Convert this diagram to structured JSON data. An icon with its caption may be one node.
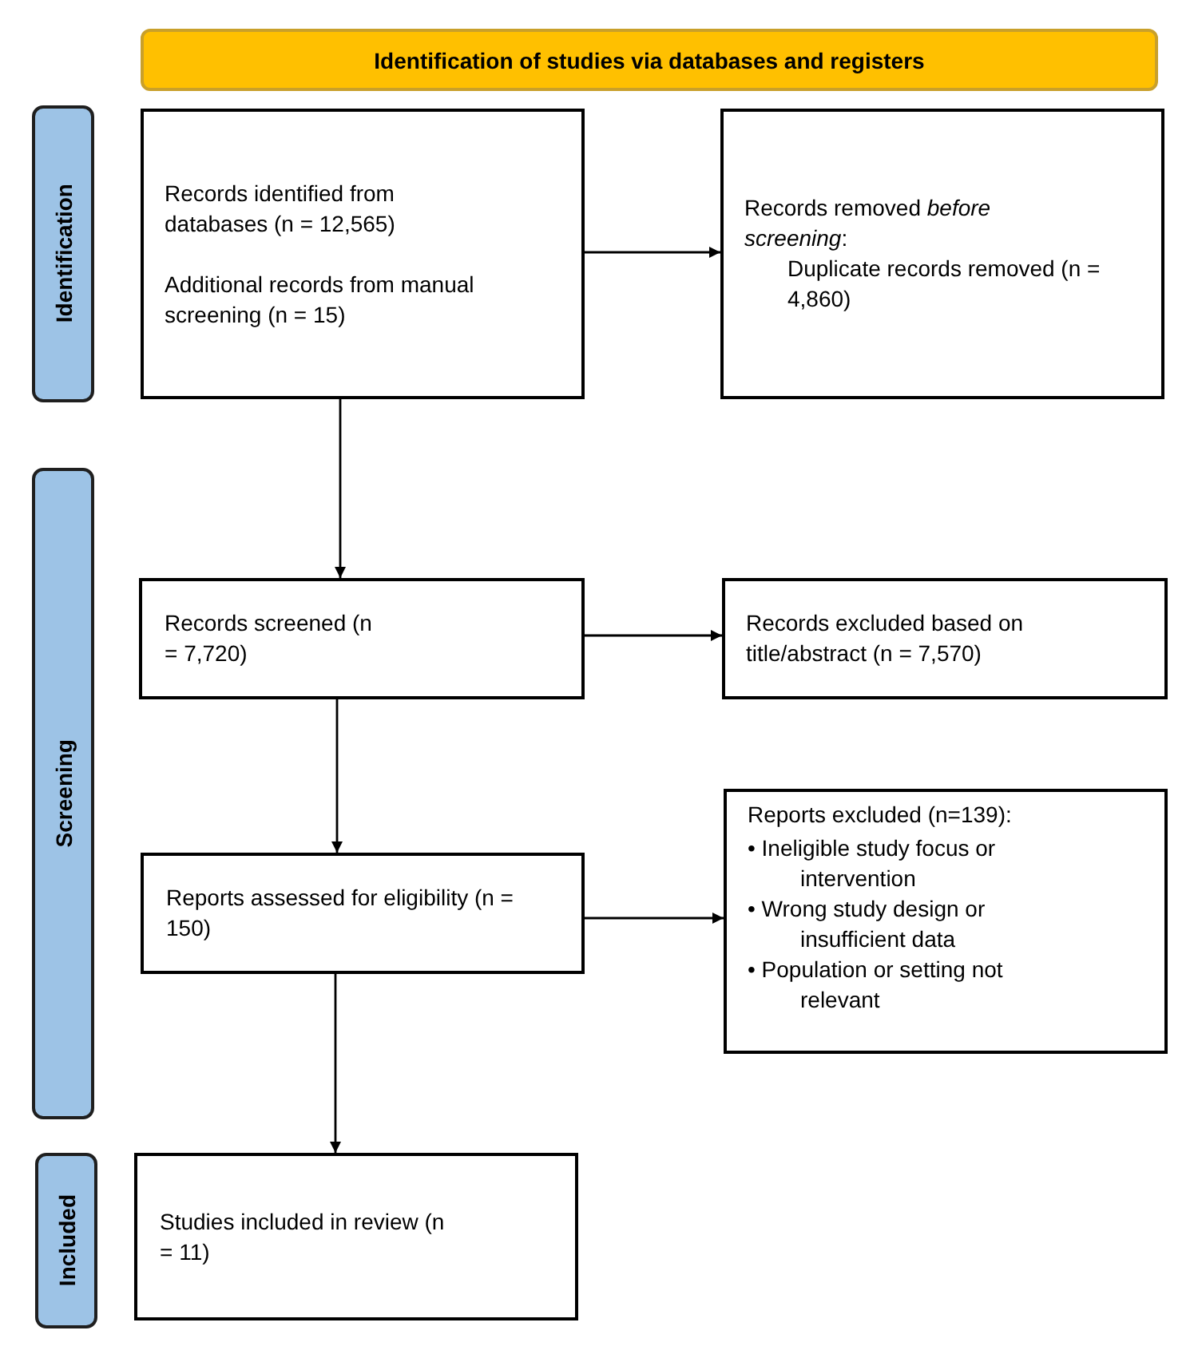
{
  "diagram": {
    "nodes": [
      {
        "text": [
          "Identification of studies via databases and registers"
        ]
      },
      {
        "text": [
          "Identification"
        ]
      },
      {
        "text": [
          "Screening"
        ]
      },
      {
        "text": [
          "Included"
        ]
      },
      {
        "text": [
          "Records identified from databases (n = 12,565)",
          "Additional records from manual screening (n = 15)"
        ]
      },
      {
        "text": [
          "Records removed *before screening*:",
          "Duplicate records removed (n = 4,860)"
        ]
      },
      {
        "text": [
          "Records screened (n = 7,720)"
        ]
      },
      {
        "text": [
          "Records excluded based on title/abstract (n = 7,570)"
        ]
      },
      {
        "text": [
          "Reports assessed for eligibility (n = 150)"
        ]
      },
      {
        "text": [
          "Reports excluded (n=139):",
          "• Ineligible study focus or intervention",
          "• Wrong study design or insufficient data",
          "• Population or setting not relevant"
        ]
      },
      {
        "text": [
          "Studies included in review (n = 11)"
        ]
      }
    ],
    "edges": [
      {
        "from": 4,
        "to": 5,
        "arrow": "to"
      },
      {
        "from": 4,
        "to": 6,
        "arrow": "to"
      },
      {
        "from": 6,
        "to": 7,
        "arrow": "to"
      },
      {
        "from": 6,
        "to": 8,
        "arrow": "to"
      },
      {
        "from": 8,
        "to": 9,
        "arrow": "to"
      },
      {
        "from": 8,
        "to": 10,
        "arrow": "to"
      }
    ]
  }
}
